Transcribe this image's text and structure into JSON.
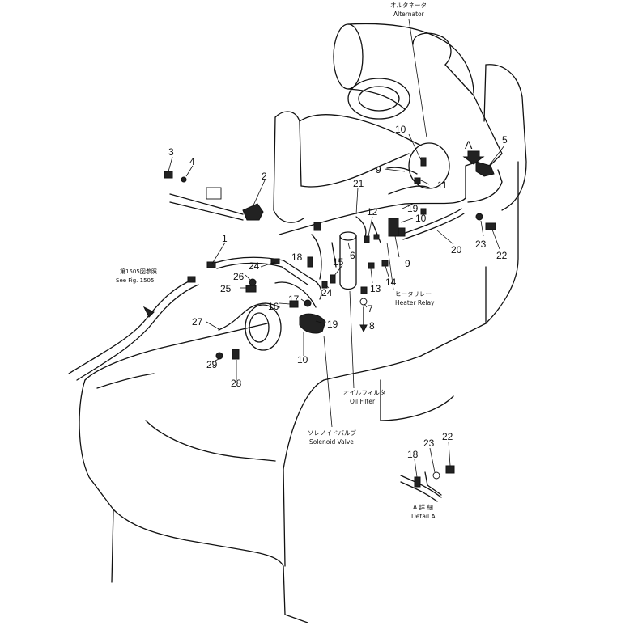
{
  "captions": {
    "alternator_jp": "オルタネータ",
    "alternator_en": "Alternator",
    "heater_relay_jp": "ヒータリレー",
    "heater_relay_en": "Heater Relay",
    "oil_filter_jp": "オイルフィルタ",
    "oil_filter_en": "Oil Filter",
    "solenoid_valve_jp": "ソレノイドバルブ",
    "solenoid_valve_en": "Solenoid Valve",
    "see_fig_jp": "第1505図参照",
    "see_fig_en": "See Fig. 1505",
    "detail_jp": "A 詳 細",
    "detail_en": "Detail A",
    "view_marker": "A"
  },
  "part_numbers": [
    {
      "id": "n3",
      "text": "3"
    },
    {
      "id": "n4",
      "text": "4"
    },
    {
      "id": "n2",
      "text": "2"
    },
    {
      "id": "n1",
      "text": "1"
    },
    {
      "id": "n10a",
      "text": "10"
    },
    {
      "id": "n9a",
      "text": "9"
    },
    {
      "id": "n11",
      "text": "11"
    },
    {
      "id": "n5",
      "text": "5"
    },
    {
      "id": "n21",
      "text": "21"
    },
    {
      "id": "n12",
      "text": "12"
    },
    {
      "id": "n19a",
      "text": "19"
    },
    {
      "id": "n10b",
      "text": "10"
    },
    {
      "id": "n23a",
      "text": "23"
    },
    {
      "id": "n22a",
      "text": "22"
    },
    {
      "id": "n20",
      "text": "20"
    },
    {
      "id": "n9b",
      "text": "9"
    },
    {
      "id": "n24a",
      "text": "24"
    },
    {
      "id": "n18a",
      "text": "18"
    },
    {
      "id": "n6",
      "text": "6"
    },
    {
      "id": "n15",
      "text": "15"
    },
    {
      "id": "n13",
      "text": "13"
    },
    {
      "id": "n14",
      "text": "14"
    },
    {
      "id": "n26",
      "text": "26"
    },
    {
      "id": "n25",
      "text": "25"
    },
    {
      "id": "n24b",
      "text": "24"
    },
    {
      "id": "n17",
      "text": "17"
    },
    {
      "id": "n16",
      "text": "16"
    },
    {
      "id": "n7",
      "text": "7"
    },
    {
      "id": "n8",
      "text": "8"
    },
    {
      "id": "n19b",
      "text": "19"
    },
    {
      "id": "n27",
      "text": "27"
    },
    {
      "id": "n10c",
      "text": "10"
    },
    {
      "id": "n29",
      "text": "29"
    },
    {
      "id": "n28",
      "text": "28"
    },
    {
      "id": "n22b",
      "text": "22"
    },
    {
      "id": "n23b",
      "text": "23"
    },
    {
      "id": "n18b",
      "text": "18"
    }
  ]
}
